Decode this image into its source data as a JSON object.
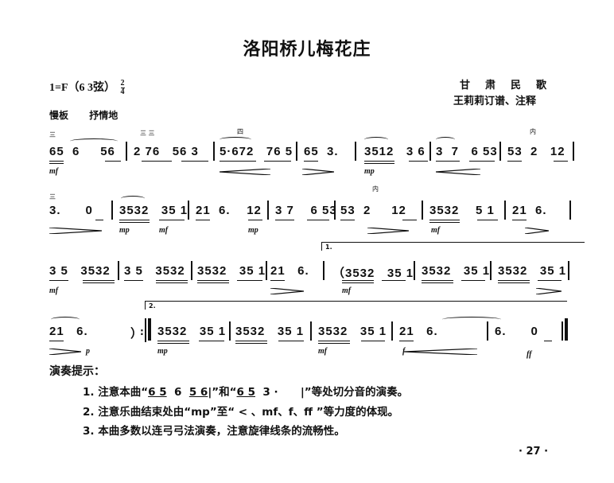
{
  "header": {
    "title": "洛阳桥儿梅花庄",
    "key_signature": "1=F（6 3弦）",
    "time_signature": {
      "numerator": "2",
      "denominator": "4"
    },
    "source": "甘肃民歌",
    "arranger": "王莉莉订谱、注释",
    "tempo": "慢板",
    "expression": "抒情地"
  },
  "score": {
    "line1": {
      "segments": [
        "65  6     56",
        "2 76   56 3",
        "5·672   76 5",
        "65  3.",
        "3512   3 6",
        "3  7   6 53",
        "53  2   12"
      ],
      "dynamics": [
        "mf",
        "mp"
      ]
    },
    "line2": {
      "segments": [
        "3.      0",
        "3532   35 1",
        "21  6.    12",
        "3 7    6 53",
        "53  2     12",
        "3532    5 1",
        "21  6."
      ],
      "dynamics": [
        "mp",
        "mf",
        "mp",
        "mf"
      ]
    },
    "line3": {
      "segments": [
        "3 5   3532",
        "3 5   3532",
        "3532   35 1",
        "21   6.",
        "（3532   35 1",
        "3532   35 1",
        "3532   35 1"
      ],
      "dynamics": [
        "mf",
        "mf"
      ],
      "volta": "1."
    },
    "line4": {
      "segments": [
        "21   6.",
        "）",
        "3532   35 1",
        "3532   35 1",
        "3532   35 1",
        "21   6.",
        "6.      0"
      ],
      "dynamics": [
        "p",
        "mp",
        "mf",
        "f",
        "ff"
      ],
      "volta": "2."
    }
  },
  "performance_notes": {
    "heading": "演奏提示：",
    "items": [
      {
        "prefix": "1. 注意本曲“",
        "music1": "6 5",
        "mid1": "  6  ",
        "music2": "5 6",
        "mid2": "|”和“",
        "music3": "6 5",
        "mid3": "  3 ·      |",
        "suffix": "”等处切分音的演奏。"
      },
      {
        "text": "2. 注意乐曲结束处由“mp”至“ <  、mf、f、ff ”等力度的体现。"
      },
      {
        "text": "3. 本曲多数以连弓弓法演奏，注意旋律线条的流畅性。"
      }
    ]
  },
  "footer": {
    "page_number": "· 27 ·"
  }
}
